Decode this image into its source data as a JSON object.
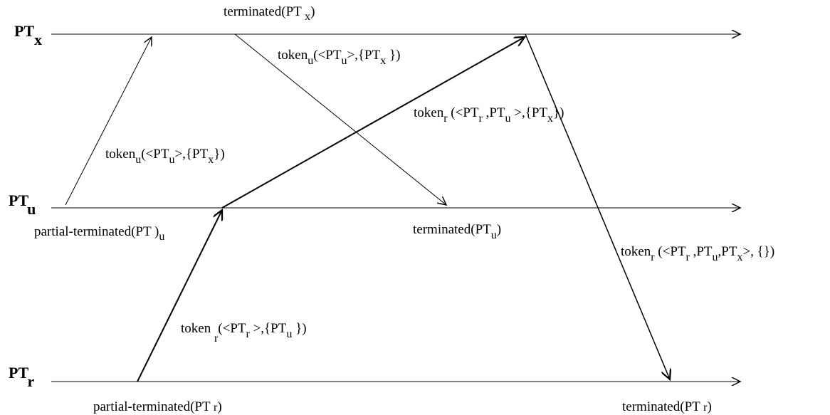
{
  "processes": {
    "x": {
      "name": "PT",
      "sub": "x"
    },
    "u": {
      "name": "PT",
      "sub": "u"
    },
    "r": {
      "name": "PT",
      "sub": "r"
    }
  },
  "events": {
    "terminated_x": [
      "terminated(PT ",
      "x",
      ")"
    ],
    "terminated_u": [
      "terminated(PT",
      "u",
      ")"
    ],
    "terminated_r": [
      "terminated(PT ",
      "r",
      ")"
    ],
    "partial_u": [
      "partial-terminated(PT )",
      "u"
    ],
    "partial_r": [
      "partial-terminated(PT ",
      "r",
      ")"
    ]
  },
  "messages": {
    "m1": [
      "token",
      "u",
      "(<PT",
      "u",
      ">,{PT",
      "x",
      "})"
    ],
    "m2": [
      "token",
      "u",
      "(<PT",
      "u",
      ">,{PT",
      "x",
      " })"
    ],
    "m3": [
      "token ",
      "r",
      "(<PT",
      "r",
      " >,{PT",
      "u",
      " })"
    ],
    "m4": [
      "token",
      "r",
      " (<PT",
      "r",
      " ,PT",
      "u",
      " >,{PT",
      "x",
      "})"
    ],
    "m5": [
      "token",
      "r",
      " (<PT",
      "r",
      " ,PT",
      "u",
      ",PT",
      "x",
      ">, {})"
    ]
  },
  "colors": {
    "ink": "#000000",
    "background": "#ffffff"
  }
}
